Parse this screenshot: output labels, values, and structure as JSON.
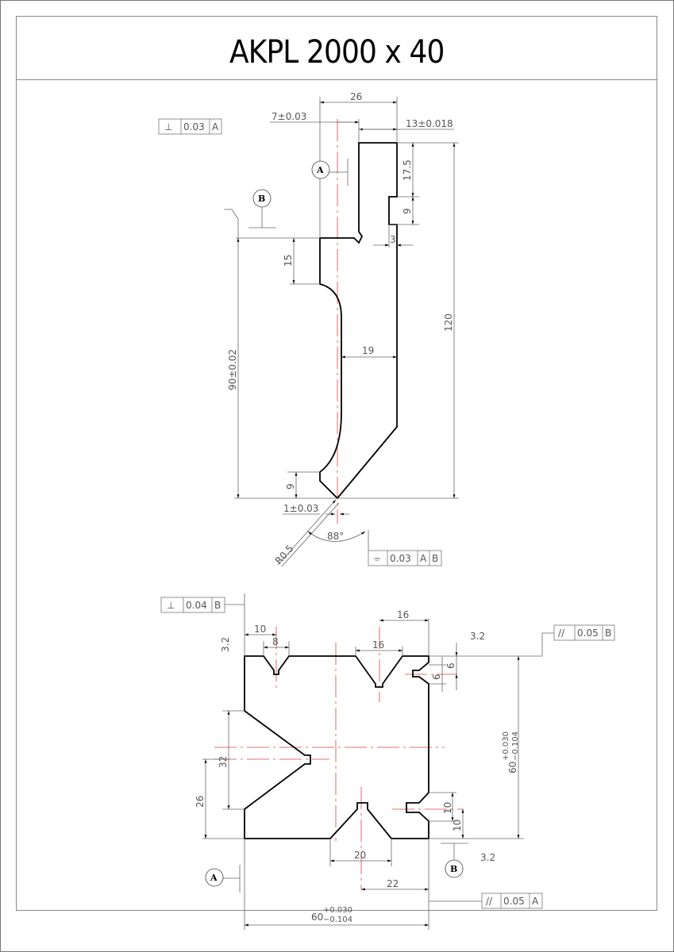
{
  "title": "AKPL 2000 x 40",
  "upper_view": {
    "dimensions": {
      "overall_width": "26",
      "offset_left": "7±0.03",
      "offset_right": "13±0.018",
      "top_step": "17.5",
      "slot_height": "9",
      "slot_depth": "3",
      "shoulder_height": "15",
      "body_width": "19",
      "total_height": "120",
      "tip_height": "90±0.02",
      "tip_chamfer": "9",
      "tip_offset": "1±0.03",
      "tip_radius": "R0.5",
      "tip_angle": "88°"
    },
    "datums": [
      "A",
      "B"
    ],
    "tolerance_frames": [
      {
        "symbol": "⊥",
        "value": "0.03",
        "datums": [
          "A"
        ]
      },
      {
        "symbol": "⌯",
        "value": "0.03",
        "datums": [
          "A",
          "B"
        ]
      }
    ]
  },
  "lower_view": {
    "dimensions": {
      "groove_small_offset": "10",
      "groove_small_width": "8",
      "groove_large_offset": "16",
      "groove_large_width": "16",
      "side_slot_top": "6",
      "side_slot_top_height": "6",
      "left_v_height": "32",
      "left_v_offset": "26",
      "side_slot_bottom": "10",
      "side_slot_bottom_height": "10",
      "bottom_v_width": "20",
      "bottom_v_offset": "22",
      "height": "60",
      "height_tol_plus": "+0.030",
      "height_tol_minus": "−0.104",
      "width": "60",
      "width_tol_plus": "+0.030",
      "width_tol_minus": "−0.104",
      "radius_top_left": "3.2",
      "radius_top_right": "3.2",
      "radius_bottom_right": "3.2"
    },
    "datums": [
      "A",
      "B"
    ],
    "tolerance_frames": [
      {
        "symbol": "⊥",
        "value": "0.04",
        "datums": [
          "B"
        ]
      },
      {
        "symbol": "//",
        "value": "0.05",
        "datums": [
          "B"
        ]
      },
      {
        "symbol": "//",
        "value": "0.05",
        "datums": [
          "A"
        ]
      }
    ]
  }
}
